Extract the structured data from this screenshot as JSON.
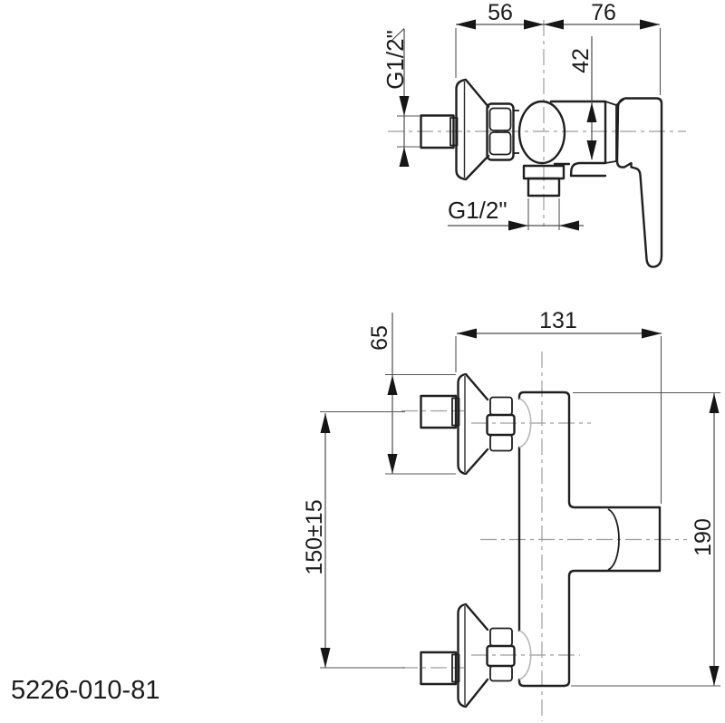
{
  "drawing": {
    "product_code": "5226-010-81",
    "side_view": {
      "dim_flange_to_center": "56",
      "dim_center_to_handle": "76",
      "dim_valve_height": "42",
      "label_inlet_thread": "G1/2\"",
      "label_outlet_thread": "G1/2\""
    },
    "front_view": {
      "dim_overall_width": "131",
      "dim_flange_diameter": "65",
      "dim_connection_distance": "150±15",
      "dim_overall_height": "190"
    },
    "colors": {
      "line": "#1f1f1f",
      "dimension_line": "#4d4d4d",
      "centerline": "#9e9e9e",
      "background": "#ffffff"
    }
  }
}
